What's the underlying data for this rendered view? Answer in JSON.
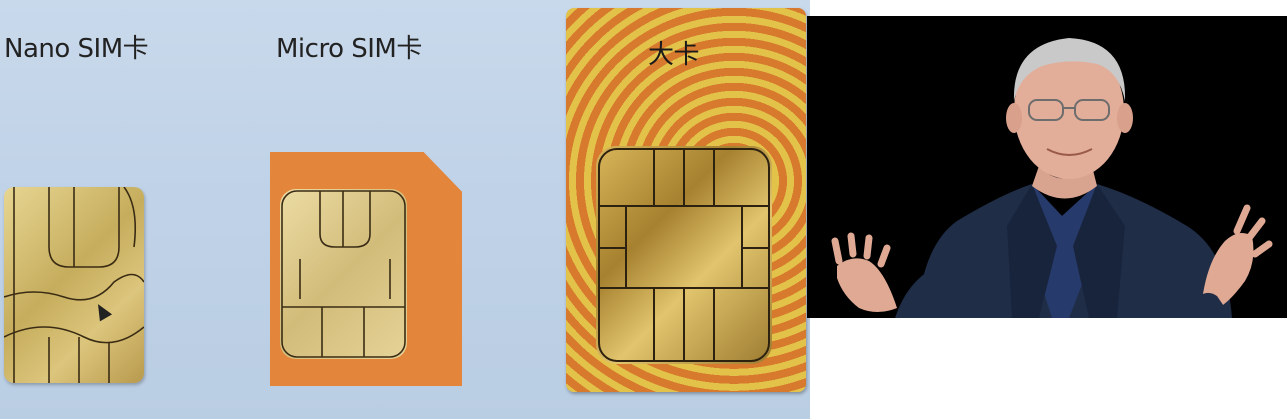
{
  "labels": {
    "nano": "Nano SIM卡",
    "micro": "Micro SIM卡",
    "standard": "大卡"
  },
  "colors": {
    "background": "#c1d3e8",
    "micro_card": "#e3853b",
    "standard_card_stripe_1": "#d77a2e",
    "standard_card_stripe_2": "#e3c24a",
    "chip_gold": "#d2bc7a",
    "photo_bg": "#000000",
    "suit": "#1f2d47"
  }
}
